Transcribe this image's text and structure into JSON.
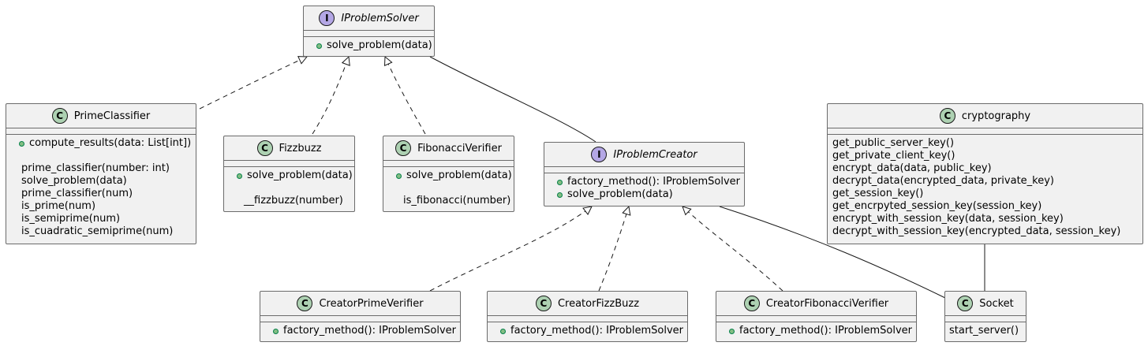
{
  "colors": {
    "class_badge": "#add1b2",
    "interface_badge": "#b4a7e5",
    "public_method_dot": "#84be84",
    "box_fill": "#f1f1f1",
    "box_border": "#6b6b6b"
  },
  "nodes": {
    "iproblemsolver": {
      "stereotype": "I",
      "name": "IProblemSolver",
      "methods": [
        {
          "text": "solve_problem(data)",
          "visibility": "public"
        }
      ]
    },
    "primeclassifier": {
      "stereotype": "C",
      "name": "PrimeClassifier",
      "methods": [
        {
          "text": "compute_results(data: List[int])",
          "visibility": "public"
        },
        {
          "text": "",
          "visibility": "none"
        },
        {
          "text": "prime_classifier(number: int)",
          "visibility": "none"
        },
        {
          "text": "solve_problem(data)",
          "visibility": "none"
        },
        {
          "text": "prime_classifier(num)",
          "visibility": "none"
        },
        {
          "text": "is_prime(num)",
          "visibility": "none"
        },
        {
          "text": "is_semiprime(num)",
          "visibility": "none"
        },
        {
          "text": "is_cuadratic_semiprime(num)",
          "visibility": "none"
        }
      ]
    },
    "fizzbuzz": {
      "stereotype": "C",
      "name": "Fizzbuzz",
      "methods": [
        {
          "text": "solve_problem(data)",
          "visibility": "public"
        },
        {
          "text": "",
          "visibility": "none"
        },
        {
          "text": "__fizzbuzz(number)",
          "visibility": "none"
        }
      ]
    },
    "fibonacciverifier": {
      "stereotype": "C",
      "name": "FibonacciVerifier",
      "methods": [
        {
          "text": "solve_problem(data)",
          "visibility": "public"
        },
        {
          "text": "",
          "visibility": "none"
        },
        {
          "text": "is_fibonacci(number)",
          "visibility": "none"
        }
      ]
    },
    "iproblemcreator": {
      "stereotype": "I",
      "name": "IProblemCreator",
      "methods": [
        {
          "text": "factory_method(): IProblemSolver",
          "visibility": "public"
        },
        {
          "text": "solve_problem(data)",
          "visibility": "public"
        }
      ]
    },
    "cryptography": {
      "stereotype": "C",
      "name": "cryptography",
      "methods": [
        {
          "text": "get_public_server_key()",
          "visibility": "none"
        },
        {
          "text": "get_private_client_key()",
          "visibility": "none"
        },
        {
          "text": "encrypt_data(data, public_key)",
          "visibility": "none"
        },
        {
          "text": "decrypt_data(encrypted_data, private_key)",
          "visibility": "none"
        },
        {
          "text": "get_session_key()",
          "visibility": "none"
        },
        {
          "text": "get_encrpyted_session_key(session_key)",
          "visibility": "none"
        },
        {
          "text": "encrypt_with_session_key(data, session_key)",
          "visibility": "none"
        },
        {
          "text": "decrypt_with_session_key(encrypted_data, session_key)",
          "visibility": "none"
        }
      ]
    },
    "creatorprimeverifier": {
      "stereotype": "C",
      "name": "CreatorPrimeVerifier",
      "methods": [
        {
          "text": "factory_method(): IProblemSolver",
          "visibility": "public"
        }
      ]
    },
    "creatorfizzbuzz": {
      "stereotype": "C",
      "name": "CreatorFizzBuzz",
      "methods": [
        {
          "text": "factory_method(): IProblemSolver",
          "visibility": "public"
        }
      ]
    },
    "creatorfibonacciverifier": {
      "stereotype": "C",
      "name": "CreatorFibonacciVerifier",
      "methods": [
        {
          "text": "factory_method(): IProblemSolver",
          "visibility": "public"
        }
      ]
    },
    "socket": {
      "stereotype": "C",
      "name": "Socket",
      "methods": [
        {
          "text": "start_server()",
          "visibility": "none"
        }
      ]
    }
  },
  "edges": [
    {
      "from": "primeclassifier",
      "to": "iproblemsolver",
      "type": "realization"
    },
    {
      "from": "fizzbuzz",
      "to": "iproblemsolver",
      "type": "realization"
    },
    {
      "from": "fibonacciverifier",
      "to": "iproblemsolver",
      "type": "realization"
    },
    {
      "from": "iproblemsolver",
      "to": "iproblemcreator",
      "type": "association"
    },
    {
      "from": "creatorprimeverifier",
      "to": "iproblemcreator",
      "type": "realization"
    },
    {
      "from": "creatorfizzbuzz",
      "to": "iproblemcreator",
      "type": "realization"
    },
    {
      "from": "creatorfibonacciverifier",
      "to": "iproblemcreator",
      "type": "realization"
    },
    {
      "from": "iproblemcreator",
      "to": "socket",
      "type": "association"
    },
    {
      "from": "cryptography",
      "to": "socket",
      "type": "association"
    }
  ]
}
